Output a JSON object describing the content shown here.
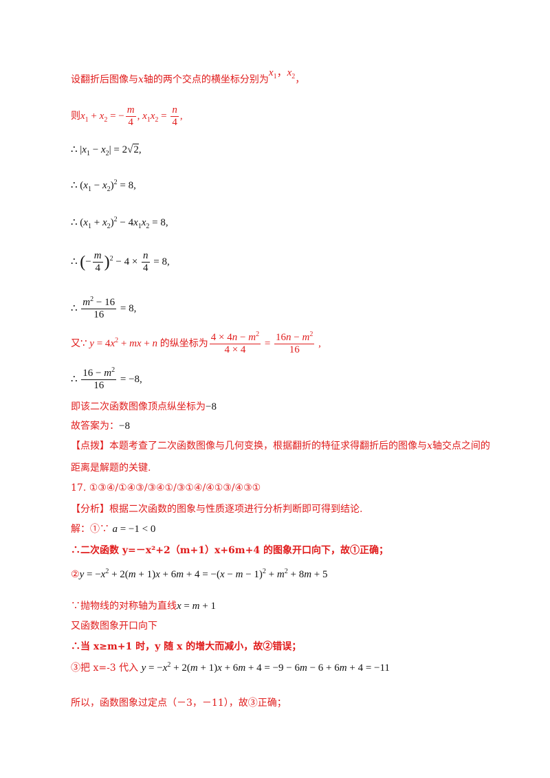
{
  "lines": {
    "l1": {
      "text": "设翻折后图像与",
      "var": "x",
      "text2": "轴的两个交点的横坐标分别为",
      "vars": "x",
      "sep": "，",
      "vars2": "x",
      "tail": "，"
    },
    "l2": {
      "lead": "则"
    },
    "l15_label": "即该二次函数图像顶点纵坐标为",
    "l15_value": "−8",
    "l16_label": "故答案为：",
    "l16_value": "−8",
    "tip_tag": "【点拨】",
    "tip_text1": "本题考查了二次函数图像与几何变换，根据翻折的特征求得翻折后的图像与",
    "tip_var": "x",
    "tip_text2": "轴交点之间的",
    "tip_text3": "距离是解题的关键.",
    "q17": "17.  ①③④/①④③/③④①/③①④/④①③/④③①",
    "analysis_tag": "【分析】",
    "analysis_text": "根据二次函数的图象与性质逐项进行分析判断即可得到结论.",
    "sol_label": "解：①∵",
    "sol_math": "a = −1 < 0",
    "c1": "∴二次函数 y=－x²+2（m+1）x+6m+4 的图象开口向下，故①正确；",
    "c2_label": "②",
    "c3": "∵抛物线的对称轴为直线",
    "c3_math": "x = m + 1",
    "c4": "又函数图象开口向下",
    "c5": "∴当 x≥m+1 时，y 随 x 的增大而减小，故②错误；",
    "c6_label": "③把 x=-3 代入",
    "c7": "所以，函数图象过定点（－3，－11），故③正确；"
  }
}
